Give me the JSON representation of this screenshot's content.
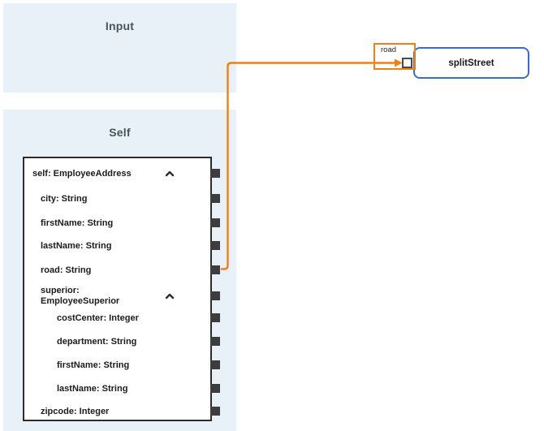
{
  "panels": {
    "input": {
      "title": "Input"
    },
    "self": {
      "title": "Self"
    }
  },
  "tree": {
    "rows": [
      {
        "label": "self: EmployeeAddress",
        "indent": 0,
        "collapsible": true,
        "connected": false
      },
      {
        "label": "city: String",
        "indent": 1,
        "collapsible": false,
        "connected": false
      },
      {
        "label": "firstName: String",
        "indent": 1,
        "collapsible": false,
        "connected": false
      },
      {
        "label": "lastName: String",
        "indent": 1,
        "collapsible": false,
        "connected": false
      },
      {
        "label": "road: String",
        "indent": 1,
        "collapsible": false,
        "connected": true
      },
      {
        "label": "superior:\nEmployeeSuperior",
        "indent": 1,
        "collapsible": true,
        "connected": false
      },
      {
        "label": "costCenter: Integer",
        "indent": 2,
        "collapsible": false,
        "connected": false
      },
      {
        "label": "department: String",
        "indent": 2,
        "collapsible": false,
        "connected": false
      },
      {
        "label": "firstName: String",
        "indent": 2,
        "collapsible": false,
        "connected": false
      },
      {
        "label": "lastName: String",
        "indent": 2,
        "collapsible": false,
        "connected": false
      },
      {
        "label": "zipcode: Integer",
        "indent": 1,
        "collapsible": false,
        "connected": false
      }
    ]
  },
  "mapping": {
    "function_label": "splitStreet",
    "input_port_label": "road",
    "source_field": "road: String"
  },
  "colors": {
    "connection_orange": "#ee8014",
    "function_border_blue": "#3a6bd0",
    "panel_background": "#e7f1f7",
    "port_dark": "#3d3d3d"
  }
}
